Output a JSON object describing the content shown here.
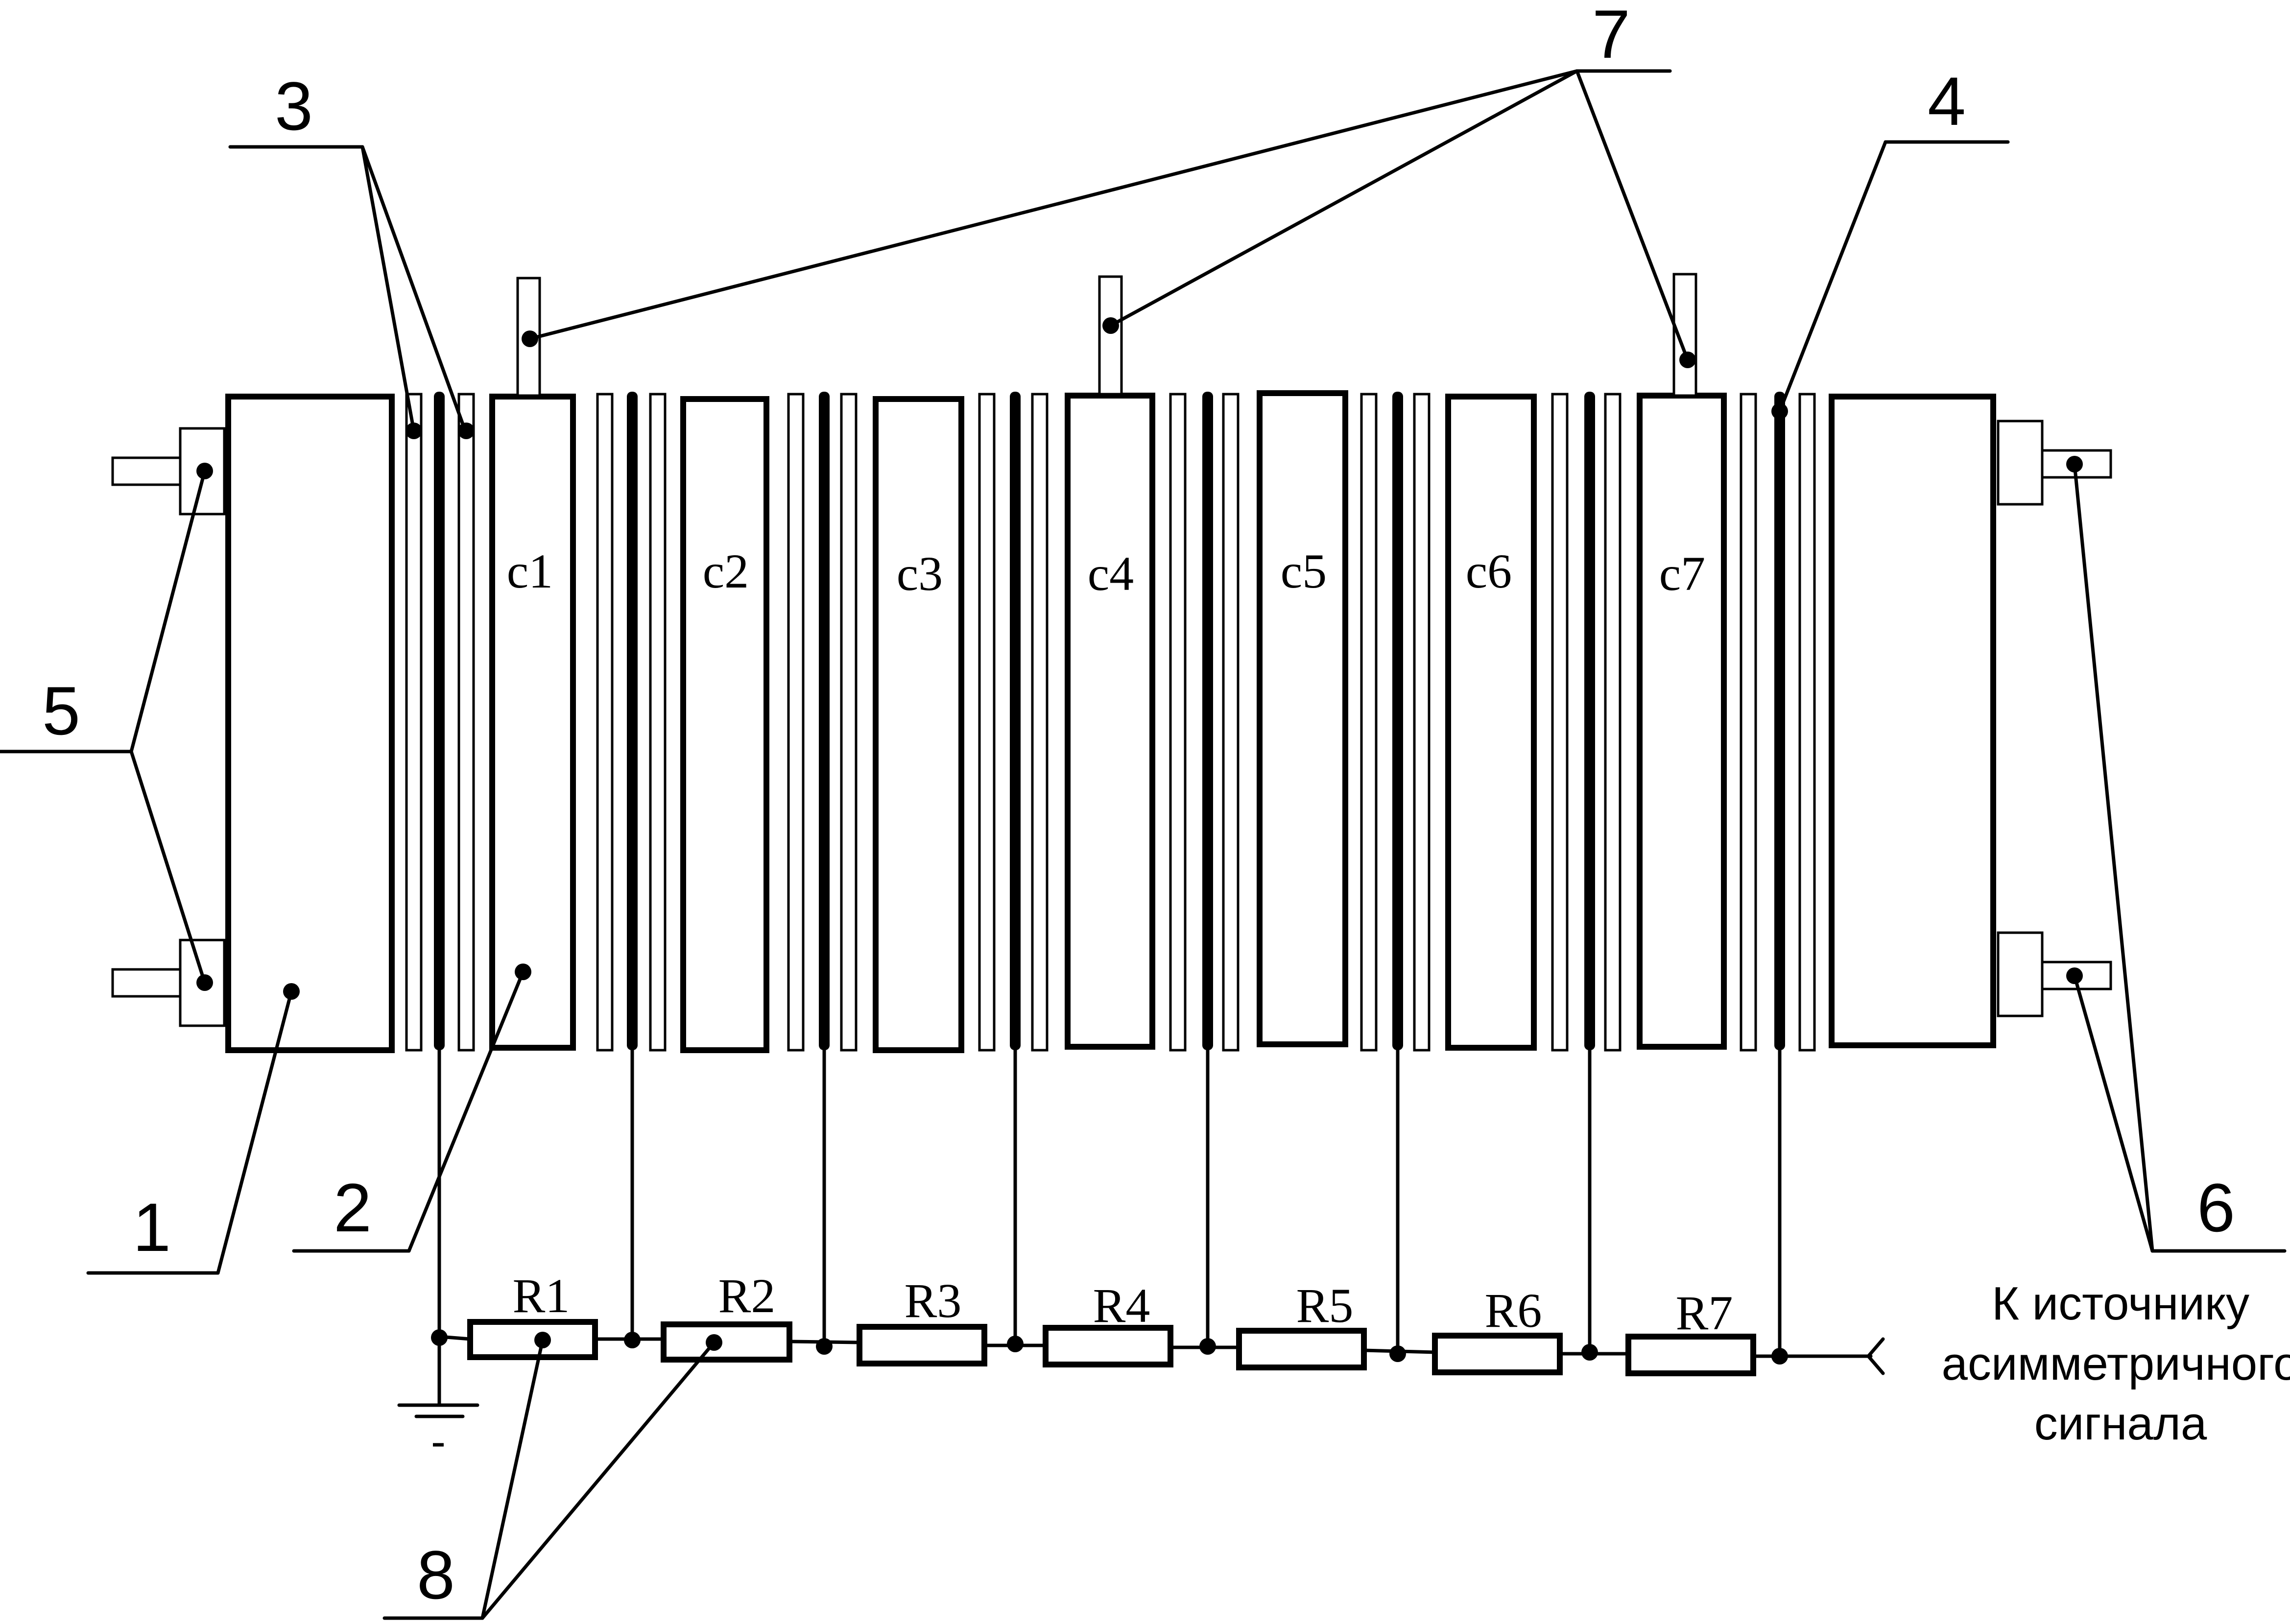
{
  "callouts": {
    "n1": "1",
    "n2": "2",
    "n3": "3",
    "n4": "4",
    "n5": "5",
    "n6": "6",
    "n7": "7",
    "n8": "8"
  },
  "cells": [
    "с1",
    "с2",
    "с3",
    "с4",
    "с5",
    "с6",
    "с7"
  ],
  "resistors": [
    "R1",
    "R2",
    "R3",
    "R4",
    "R5",
    "R6",
    "R7"
  ],
  "ground_mark": "-",
  "source_note": {
    "line1": "К источнику",
    "line2": "асимметричного",
    "line3": "сигнала"
  }
}
